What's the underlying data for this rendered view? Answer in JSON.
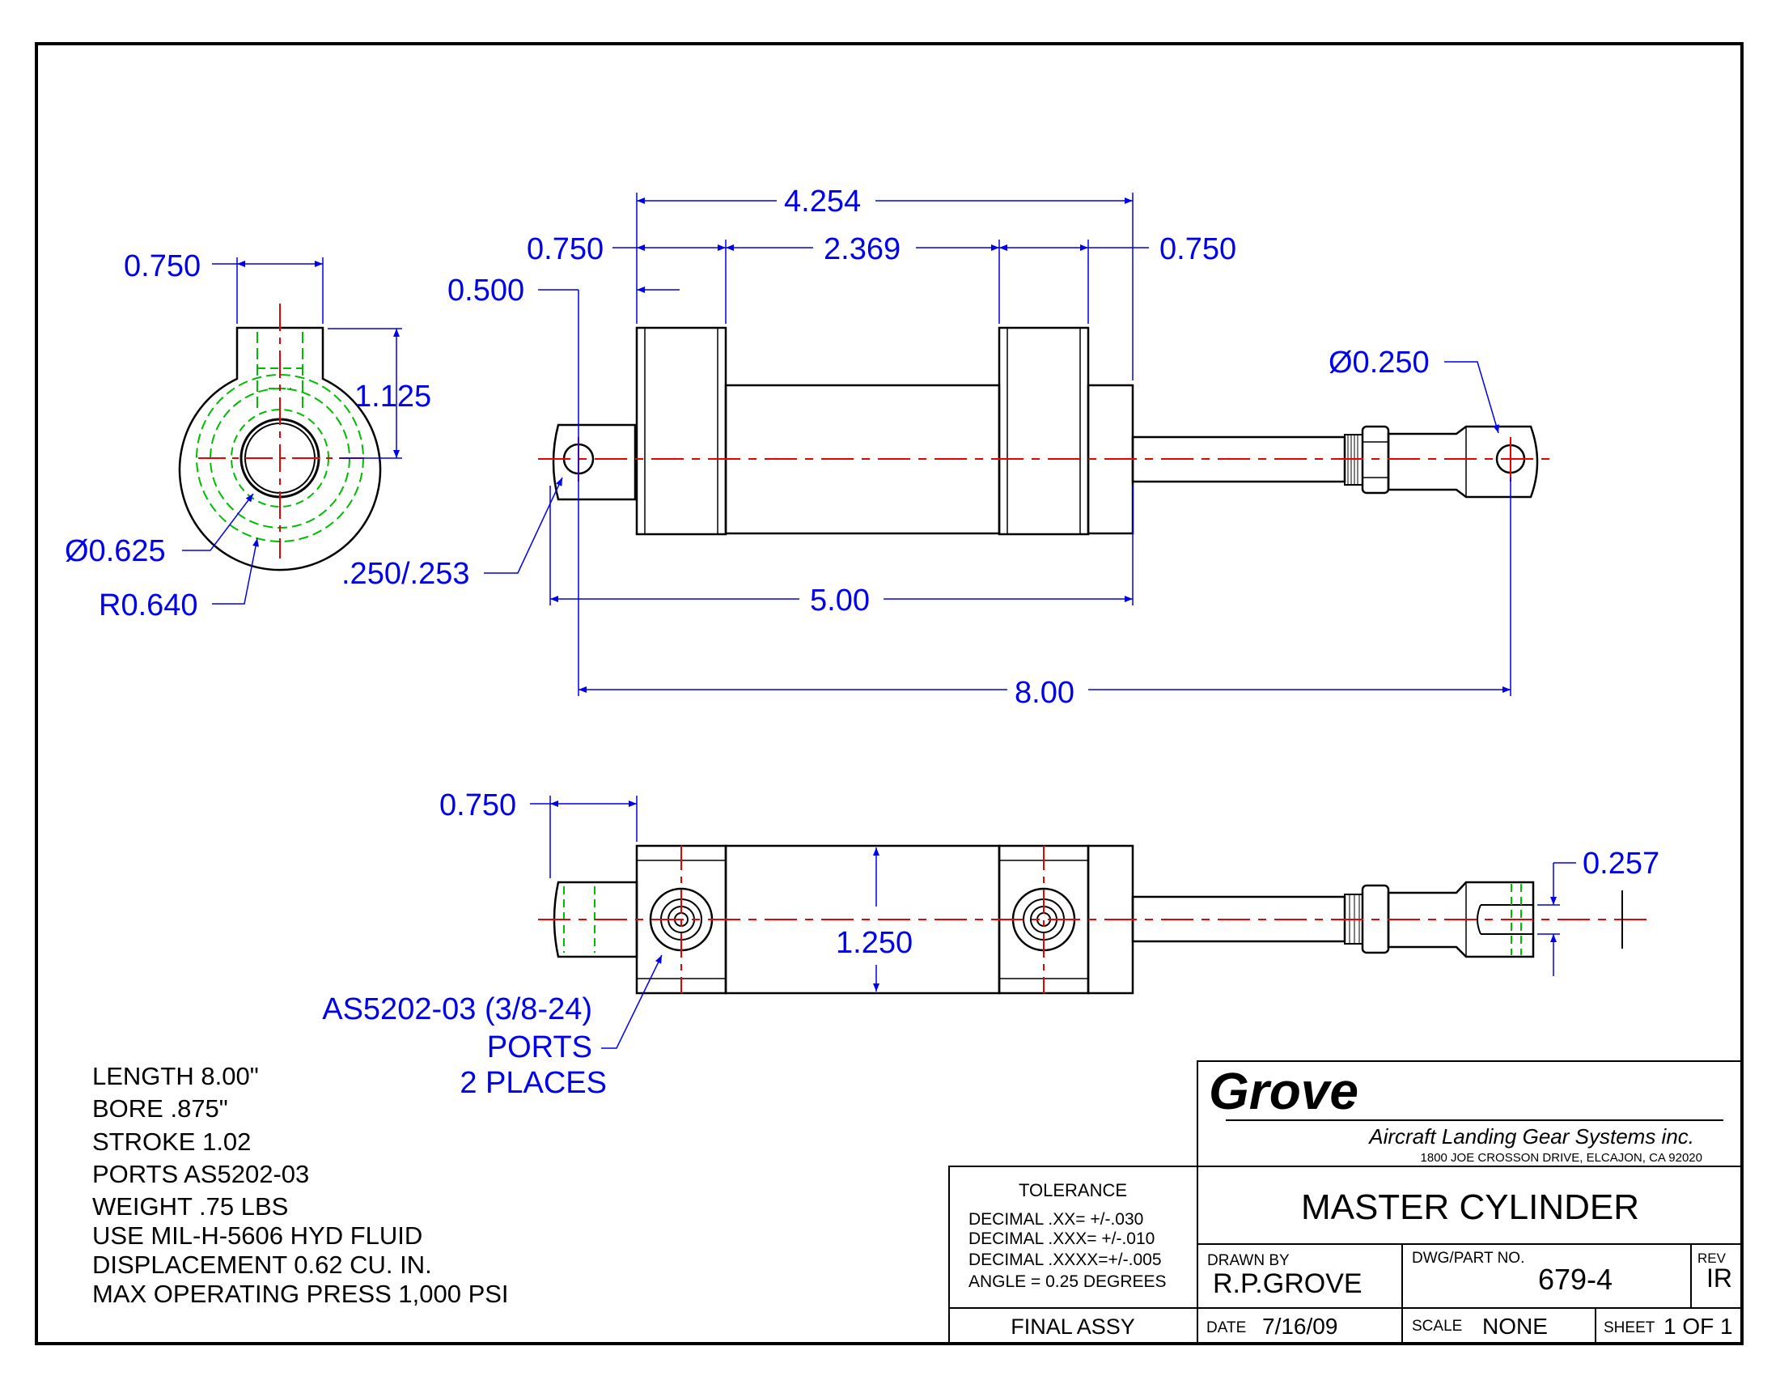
{
  "colors": {
    "dimension": "#0000ee",
    "centerline": "#ee0000",
    "hidden": "#00bb00",
    "outline": "#000000"
  },
  "dimensions": {
    "end_width": "0.750",
    "end_height": "1.125",
    "bore_dia": "Ø0.625",
    "end_radius": "R0.640",
    "overall_body": "4.254",
    "left_block": "0.750",
    "between_blocks": "2.369",
    "right_block": "0.750",
    "left_offset": "0.500",
    "pin_hole": ".250/.253",
    "clevis_hole": "Ø0.250",
    "body_length": "5.00",
    "overall_length": "8.00",
    "bottom_end": "0.750",
    "body_dia": "1.250",
    "slot_width": "0.257"
  },
  "callout": {
    "line1": "AS5202-03 (3/8-24)",
    "line2": "PORTS",
    "line3": "2 PLACES"
  },
  "notes": [
    "LENGTH 8.00\"",
    "BORE .875\"",
    "STROKE 1.02",
    "PORTS  AS5202-03",
    "WEIGHT .75 LBS",
    "USE MIL-H-5606 HYD FLUID",
    "DISPLACEMENT 0.62 CU. IN.",
    "MAX OPERATING PRESS 1,000 PSI"
  ],
  "title_block": {
    "company": "Grove",
    "company_sub": "Aircraft Landing Gear Systems inc.",
    "address": "1800 JOE CROSSON DRIVE, ELCAJON, CA 92020",
    "tolerance_head": "TOLERANCE",
    "tolerance_lines": [
      "DECIMAL  .XX=  +/-.030",
      "DECIMAL  .XXX= +/-.010",
      "DECIMAL  .XXXX=+/-.005",
      "ANGLE = 0.25 DEGREES"
    ],
    "title": "MASTER CYLINDER",
    "drawn_by_label": "DRAWN  BY",
    "drawn_by": "R.P.GROVE",
    "part_no_label": "DWG/PART  NO.",
    "part_no": "679-4",
    "rev_label": "REV",
    "rev": "IR",
    "assy": "FINAL ASSY",
    "date_label": "DATE",
    "date": "7/16/09",
    "scale_label": "SCALE",
    "scale": "NONE",
    "sheet_label": "SHEET",
    "sheet": "1 OF 1"
  }
}
